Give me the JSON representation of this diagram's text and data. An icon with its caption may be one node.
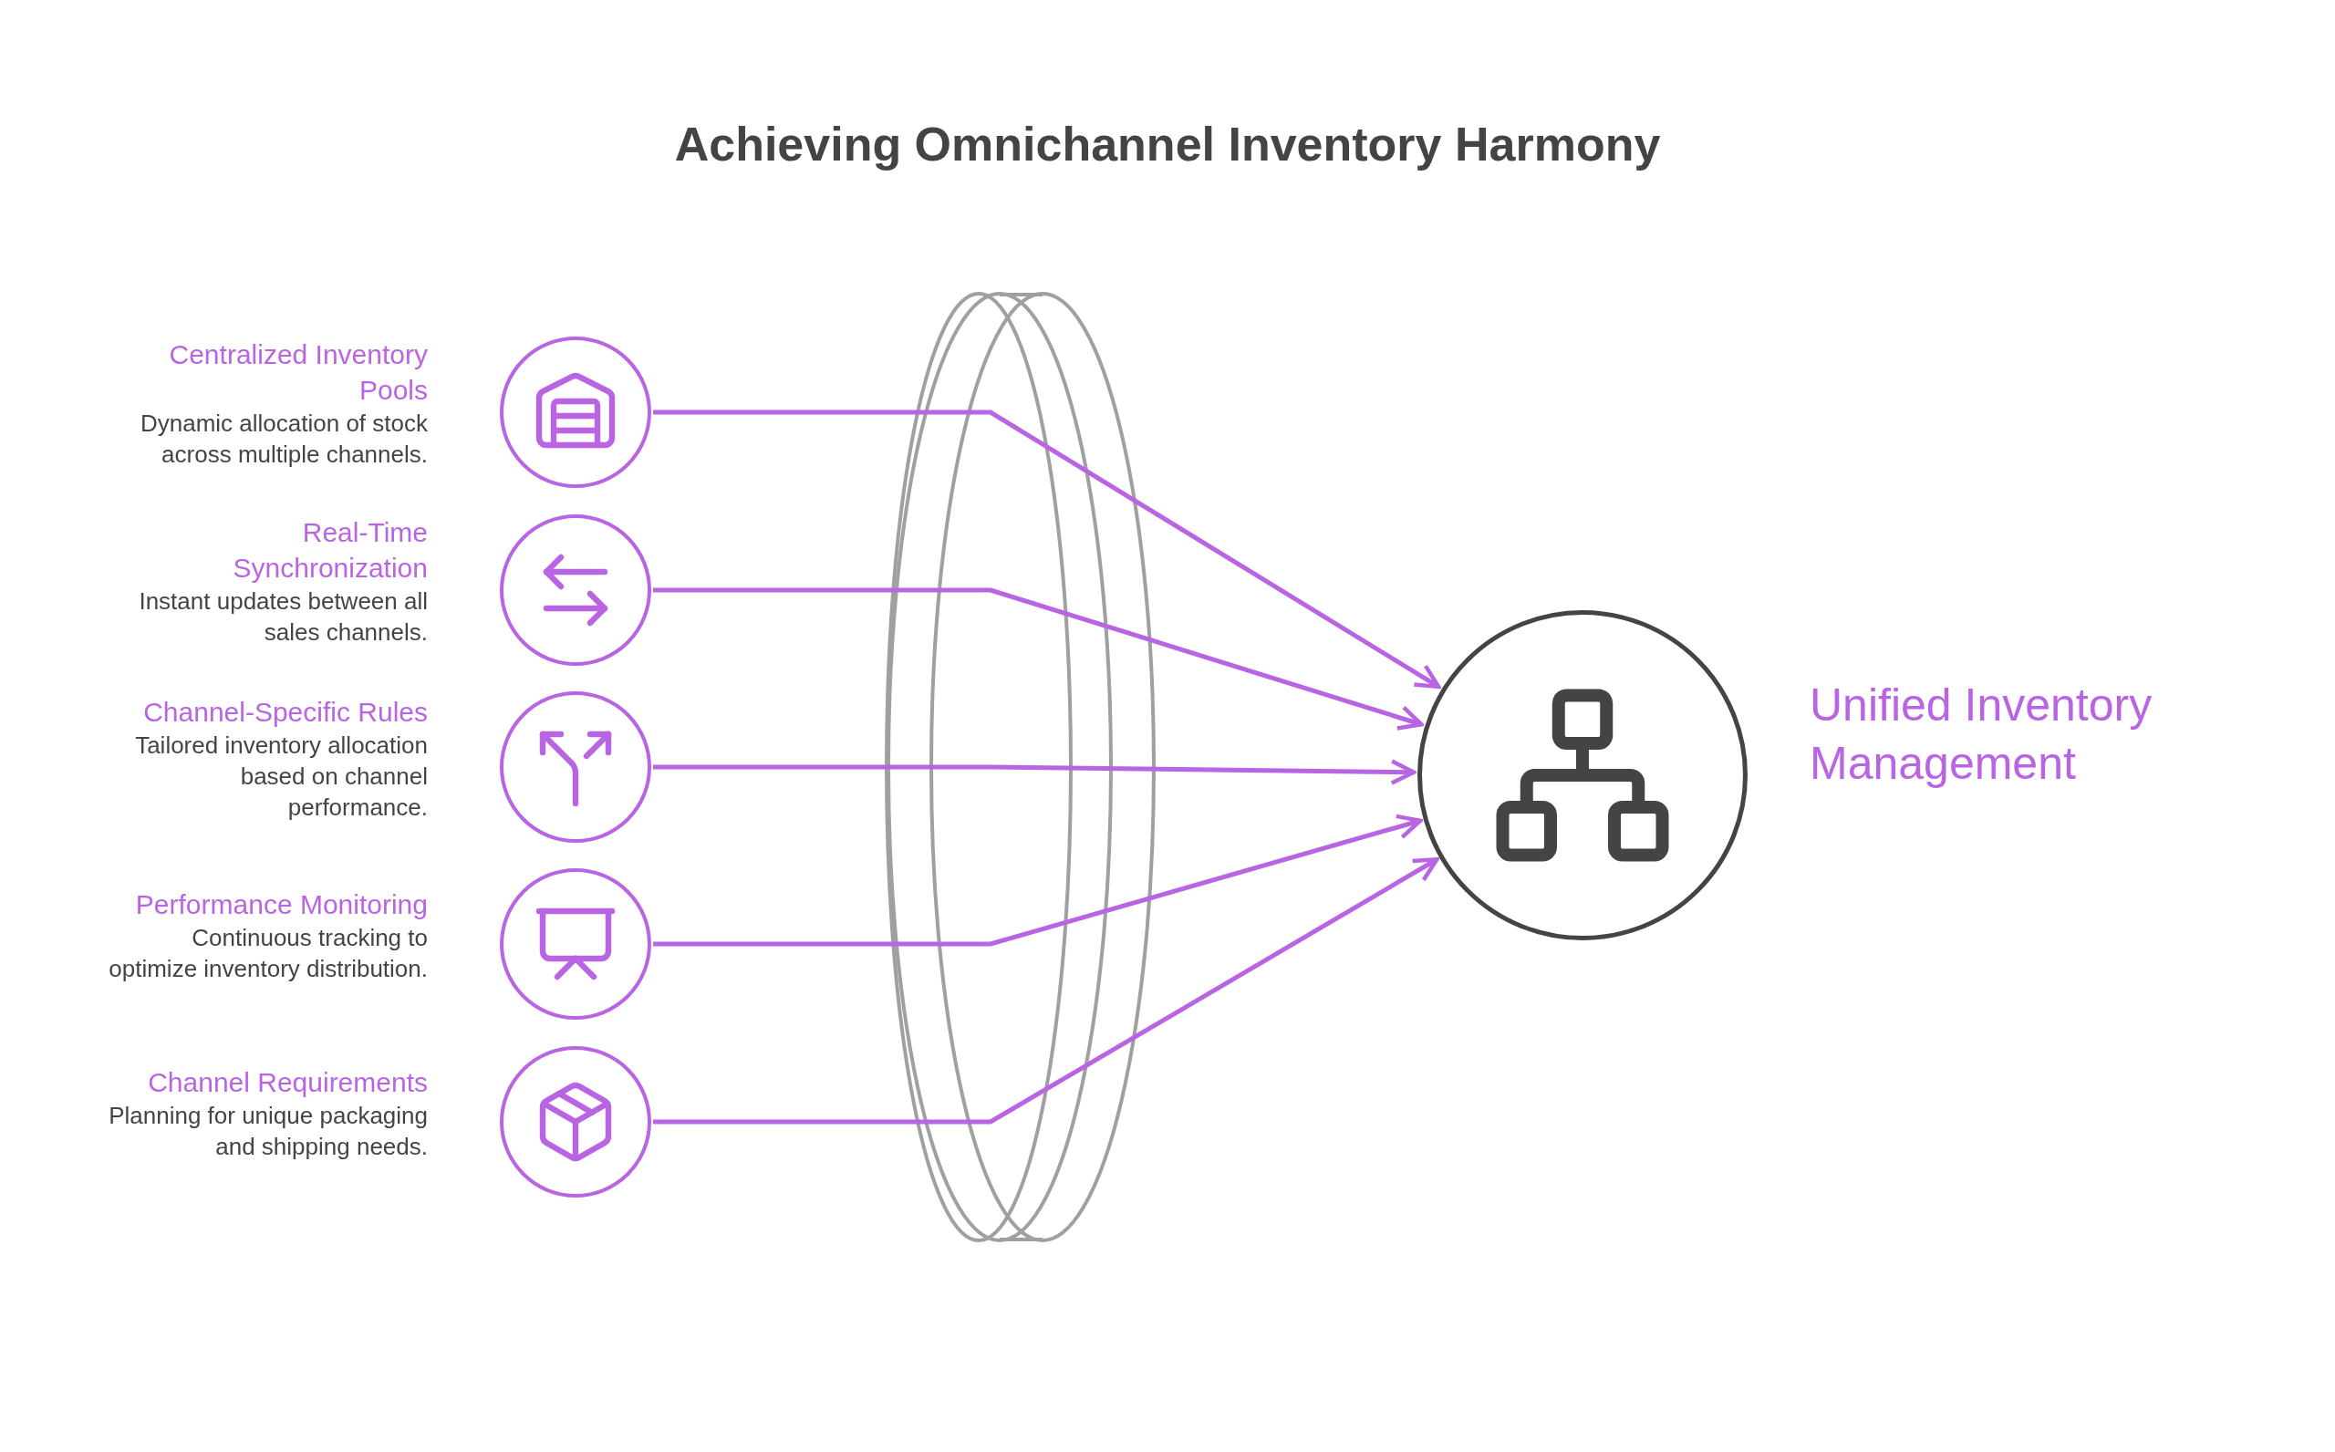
{
  "diagram": {
    "title": "Achieving Omnichannel Inventory Harmony",
    "nodes": [
      {
        "text": [
          "Centralized Inventory Pools",
          "Dynamic allocation of stock across multiple channels."
        ]
      },
      {
        "text": [
          "Real-Time Synchronization",
          "Instant updates between all sales channels."
        ]
      },
      {
        "text": [
          "Channel-Specific Rules",
          "Tailored inventory allocation based on channel performance."
        ]
      },
      {
        "text": [
          "Performance Monitoring",
          "Continuous tracking to optimize inventory distribution."
        ]
      },
      {
        "text": [
          "Channel Requirements",
          "Planning for unique packaging and shipping needs."
        ]
      },
      {
        "text": [
          "Unified Inventory Management"
        ]
      }
    ],
    "edges": [
      {
        "from": 0,
        "to": 5,
        "arrow": "to"
      },
      {
        "from": 1,
        "to": 5,
        "arrow": "to"
      },
      {
        "from": 2,
        "to": 5,
        "arrow": "to"
      },
      {
        "from": 3,
        "to": 5,
        "arrow": "to"
      },
      {
        "from": 4,
        "to": 5,
        "arrow": "to"
      }
    ]
  }
}
